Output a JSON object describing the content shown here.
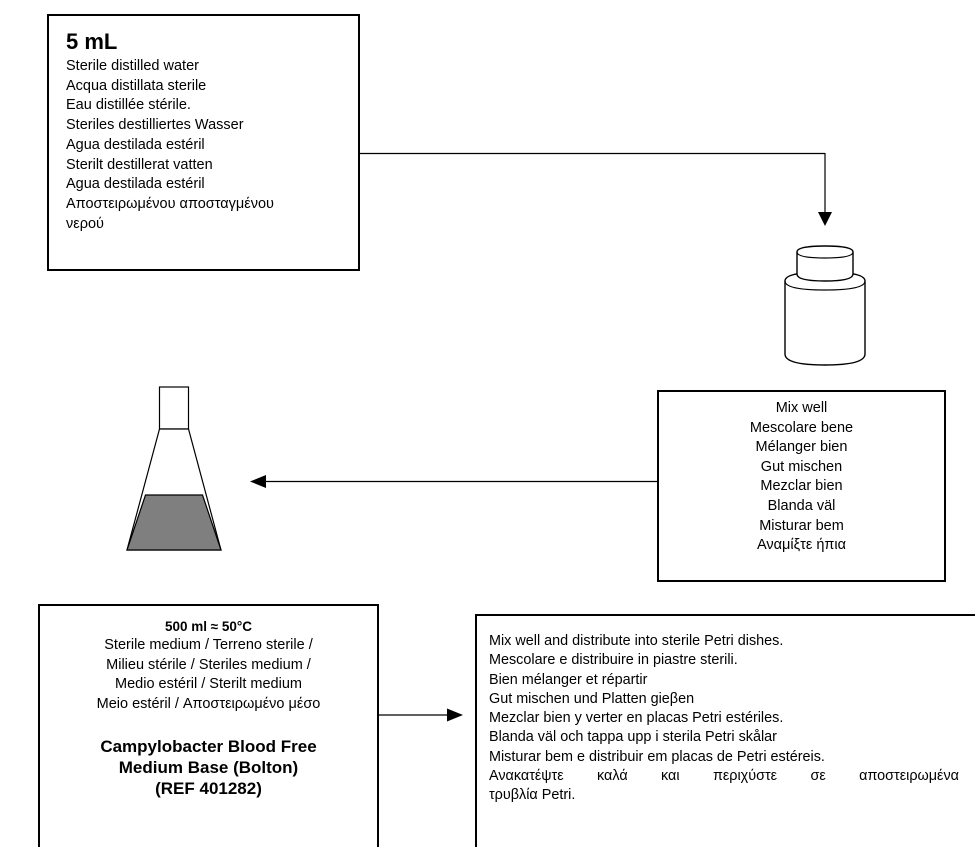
{
  "water": {
    "volume": "5 mL",
    "lines": [
      "Sterile distilled water",
      "Acqua distillata sterile",
      "Eau distillée stérile.",
      "Steriles destilliertes Wasser",
      "Agua destilada estéril",
      "Sterilt destillerat vatten",
      "Agua destilada estéril",
      "Αποστειρωμένου αποσταγμένου",
      "νερού"
    ]
  },
  "mix": {
    "lines": [
      "Mix well",
      "Mescolare bene",
      "Mélanger bien",
      "Gut mischen",
      "Mezclar bien",
      "Blanda väl",
      "Misturar bem",
      "Αναμίξτε ήπια"
    ]
  },
  "medium": {
    "header": "500 ml  ≈ 50°C",
    "lines": [
      "Sterile medium / Terreno sterile /",
      "Milieu stérile / Steriles medium /",
      "Medio estéril / Sterilt medium",
      "Meio estéril /  Αποστειρωμένο μέσο"
    ],
    "product": [
      "Campylobacter Blood Free",
      "Medium Base (Bolton)",
      "(REF 401282)"
    ]
  },
  "dishes": {
    "lines": [
      "Mix well and distribute into sterile Petri dishes.",
      "Mescolare e distribuire in piastre sterili.",
      "Bien mélanger et répartir",
      "Gut mischen und Platten gieβen",
      "Mezclar bien y verter en placas Petri estériles.",
      "Blanda väl och tappa upp i sterila Petri skålar",
      "Misturar bem e distribuir em placas de Petri estéreis.",
      "Ανακατέψτε καλά και περιχύστε σε αποστειρωμένα",
      "τρυβλία Petri."
    ]
  }
}
